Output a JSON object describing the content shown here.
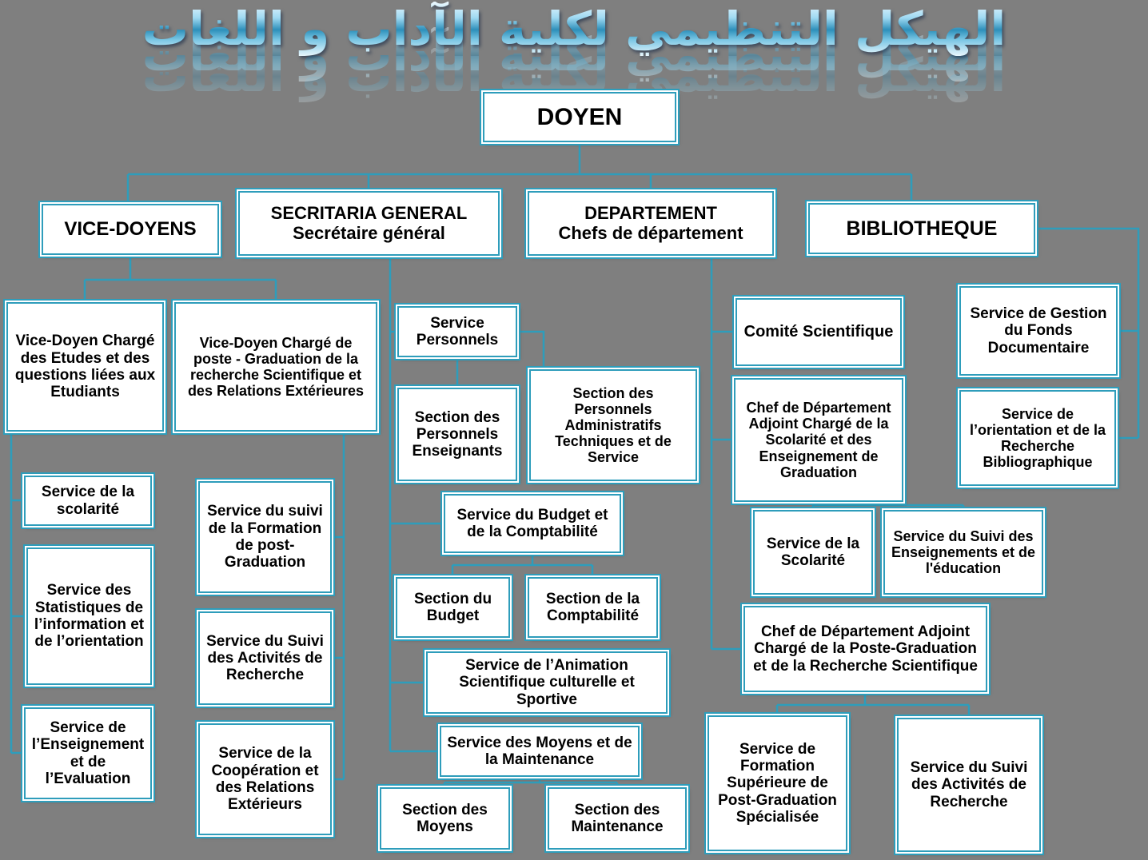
{
  "title": {
    "arabic": "الهيكل التنظيمي لكلية الآداب و اللغات"
  },
  "colors": {
    "background": "#7F7F7F",
    "box_fill": "#FFFFFF",
    "box_border": "#2E9DBB",
    "connector": "#2E9DBB",
    "text": "#000000",
    "title_blue": "#2D8FBA"
  },
  "doyen": {
    "label": "DOYEN"
  },
  "vice_doyens": {
    "label": "VICE-DOYENS",
    "vd_etudes": "Vice-Doyen Chargé des Etudes et des questions liées aux Etudiants",
    "vd_postgrad": "Vice-Doyen Chargé de poste - Graduation de la recherche Scientifique et des Relations Extérieures",
    "svc_scolarite": "Service de la scolarité",
    "svc_statistiques": "Service des Statistiques de l’information et de l’orientation",
    "svc_enseignement_eval": "Service de l’Enseignement et de l’Evaluation",
    "svc_suivi_formation": "Service du suivi de la Formation de post-Graduation",
    "svc_suivi_activites": "Service du Suivi des Activités de Recherche",
    "svc_cooperation": "Service de la Coopération et des Relations Extérieurs"
  },
  "secretariat": {
    "line1": "SECRITARIA GENERAL",
    "line2": "Secrétaire général",
    "svc_personnels": "Service Personnels",
    "sec_pers_enseignants": "Section des Personnels Enseignants",
    "sec_pers_admin": "Section des Personnels Administratifs Techniques et de Service",
    "svc_budget": "Service du Budget et de la Comptabilité",
    "sec_budget": "Section du Budget",
    "sec_comptabilite": "Section de la Comptabilité",
    "svc_animation": "Service de l’Animation Scientifique culturelle et Sportive",
    "svc_moyens": "Service des Moyens et de la Maintenance",
    "sec_moyens": "Section des Moyens",
    "sec_maintenance": "Section des Maintenance"
  },
  "departement": {
    "line1": "DEPARTEMENT",
    "line2": "Chefs de département",
    "comite_scientifique": "Comité Scientifique",
    "chef_adjoint_scolarite": "Chef de Département Adjoint Chargé de la Scolarité et des Enseignement de Graduation",
    "svc_scolarite": "Service de la Scolarité",
    "svc_suivi_enseignements": "Service du Suivi des Enseignements et de l'éducation",
    "chef_adjoint_postgrad": "Chef de Département Adjoint Chargé de la Poste-Graduation et de la Recherche Scientifique",
    "svc_formation_superieure": "Service de Formation Supérieure de Post-Graduation Spécialisée",
    "svc_suivi_recherche": "Service du Suivi des Activités de Recherche"
  },
  "bibliotheque": {
    "label": "BIBLIOTHEQUE",
    "svc_fonds_documentaire": "Service de Gestion du Fonds Documentaire",
    "svc_orientation_recherche": "Service de l’orientation et de la Recherche Bibliographique"
  }
}
